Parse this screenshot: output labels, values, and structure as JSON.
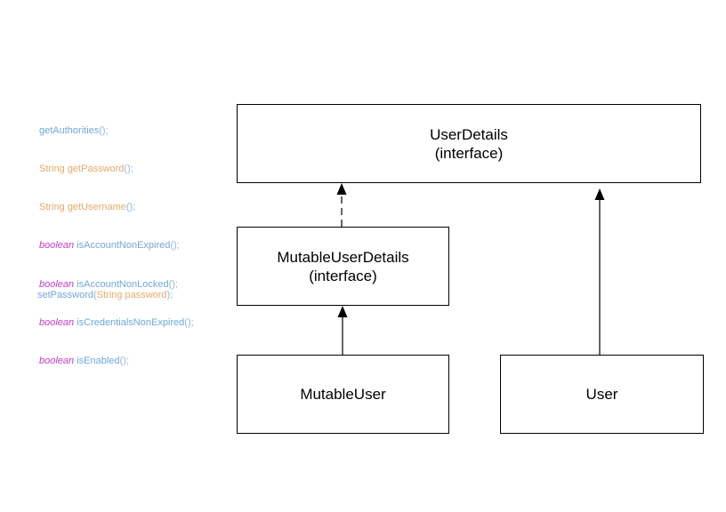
{
  "boxes": {
    "user_details": {
      "name": "UserDetails",
      "stereotype": "(interface)"
    },
    "mutable_user_details": {
      "name": "MutableUserDetails",
      "stereotype": "(interface)"
    },
    "mutable_user": {
      "name": "MutableUser"
    },
    "user": {
      "name": "User"
    }
  },
  "user_details_methods": [
    {
      "type": "",
      "name": "getAuthorities",
      "args": "();"
    },
    {
      "type": "String",
      "name": "getPassword",
      "args": "();"
    },
    {
      "type": "String",
      "name": "getUsername",
      "args": "();"
    },
    {
      "type": "boolean",
      "name": "isAccountNonExpired",
      "args": "();"
    },
    {
      "type": "boolean",
      "name": "isAccountNonLocked",
      "args": "();"
    },
    {
      "type": "boolean",
      "name": "isCredentialsNonExpired",
      "args": "();"
    },
    {
      "type": "boolean",
      "name": "isEnabled",
      "args": "();"
    }
  ],
  "mutable_user_details_methods": [
    {
      "name": "setPassword",
      "open": "(",
      "param_type": "String",
      "param_name": "password",
      "close": ");"
    }
  ],
  "colors": {
    "method": "#6fa8dc",
    "type": "#e6a96a",
    "keyword": "#c33cc8",
    "line": "#000000"
  }
}
